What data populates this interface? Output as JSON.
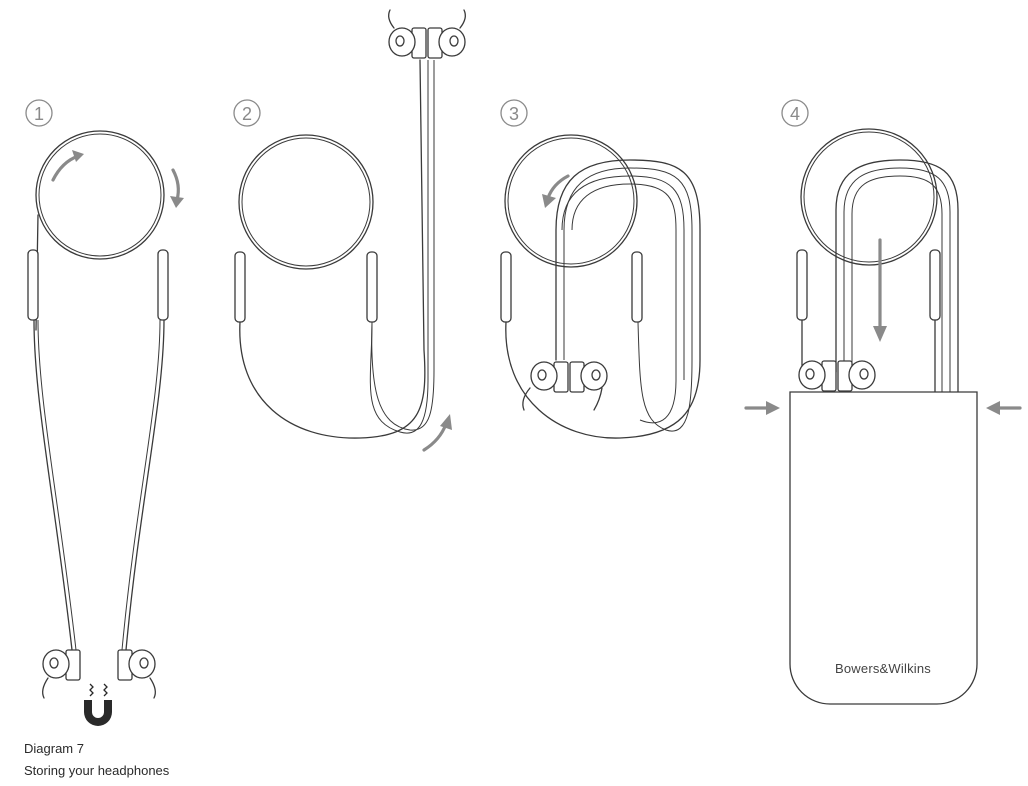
{
  "steps": [
    "1",
    "2",
    "3",
    "4"
  ],
  "case_brand": "Bowers&Wilkins",
  "caption": {
    "title": "Diagram 7",
    "subtitle": "Storing your headphones"
  },
  "colors": {
    "line": "#3a3a3a",
    "arrow": "#8a8a8a",
    "background": "#ffffff"
  },
  "icons": [
    "curved-arrow-icon",
    "magnet-icon",
    "push-arrow-icon"
  ]
}
